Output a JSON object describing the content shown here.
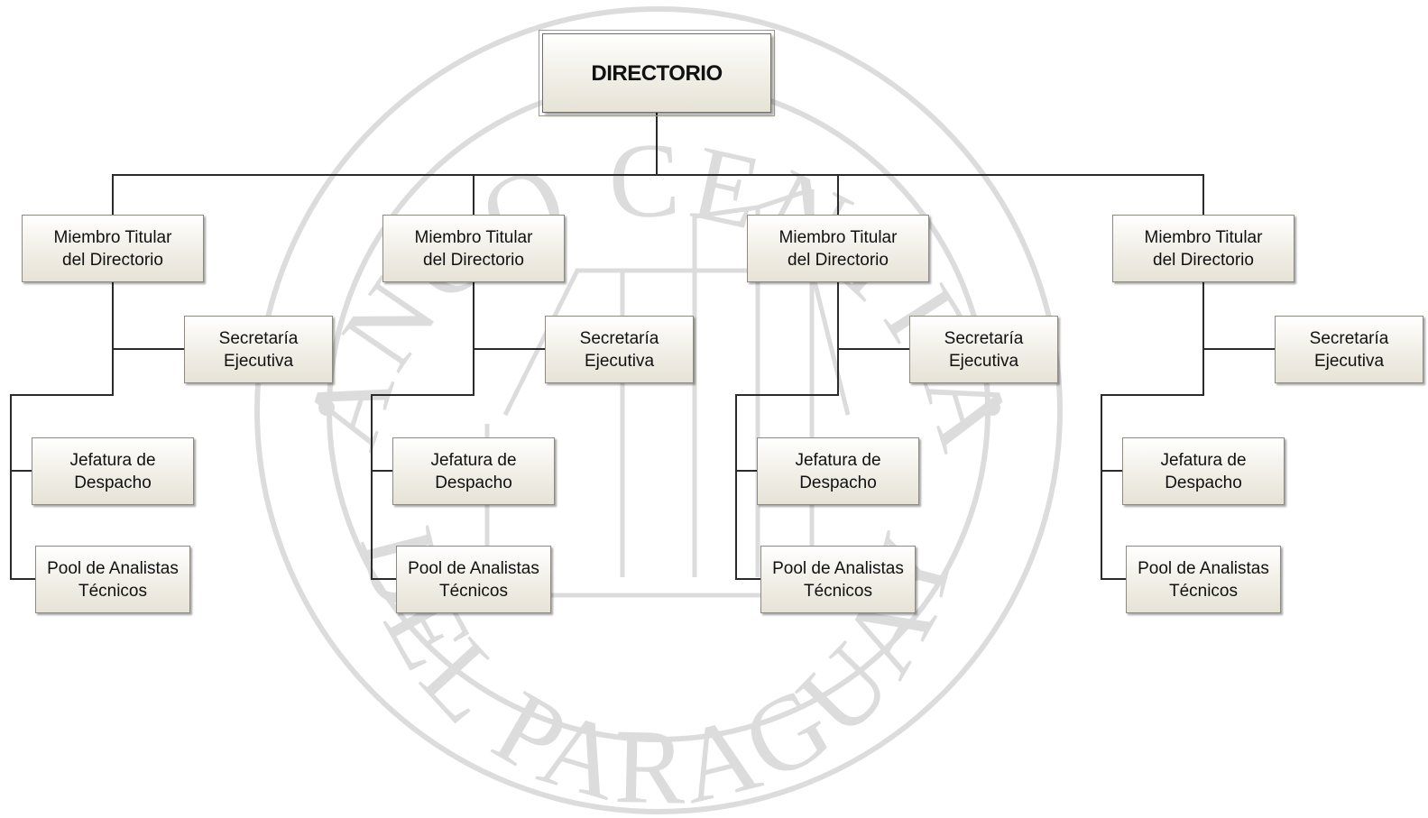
{
  "watermark": {
    "top_text": "BANCO CENTRAL",
    "bottom_text": "DEL PARAGUAY",
    "color": "#dcdcdc"
  },
  "colors": {
    "connector": "#2b2b2b",
    "node_border": "#8c8a82"
  },
  "root": {
    "label": "DIRECTORIO"
  },
  "branches": [
    {
      "member": "Miembro Titular\ndel Directorio",
      "secretaria": "Secretaría\nEjecutiva",
      "jefatura": "Jefatura de\nDespacho",
      "pool": "Pool de Analistas\nTécnicos"
    },
    {
      "member": "Miembro Titular\ndel Directorio",
      "secretaria": "Secretaría\nEjecutiva",
      "jefatura": "Jefatura de\nDespacho",
      "pool": "Pool de Analistas\nTécnicos"
    },
    {
      "member": "Miembro Titular\ndel Directorio",
      "secretaria": "Secretaría\nEjecutiva",
      "jefatura": "Jefatura de\nDespacho",
      "pool": "Pool de Analistas\nTécnicos"
    },
    {
      "member": "Miembro Titular\ndel Directorio",
      "secretaria": "Secretaría\nEjecutiva",
      "jefatura": "Jefatura de\nDespacho",
      "pool": "Pool de Analistas\nTécnicos"
    }
  ]
}
